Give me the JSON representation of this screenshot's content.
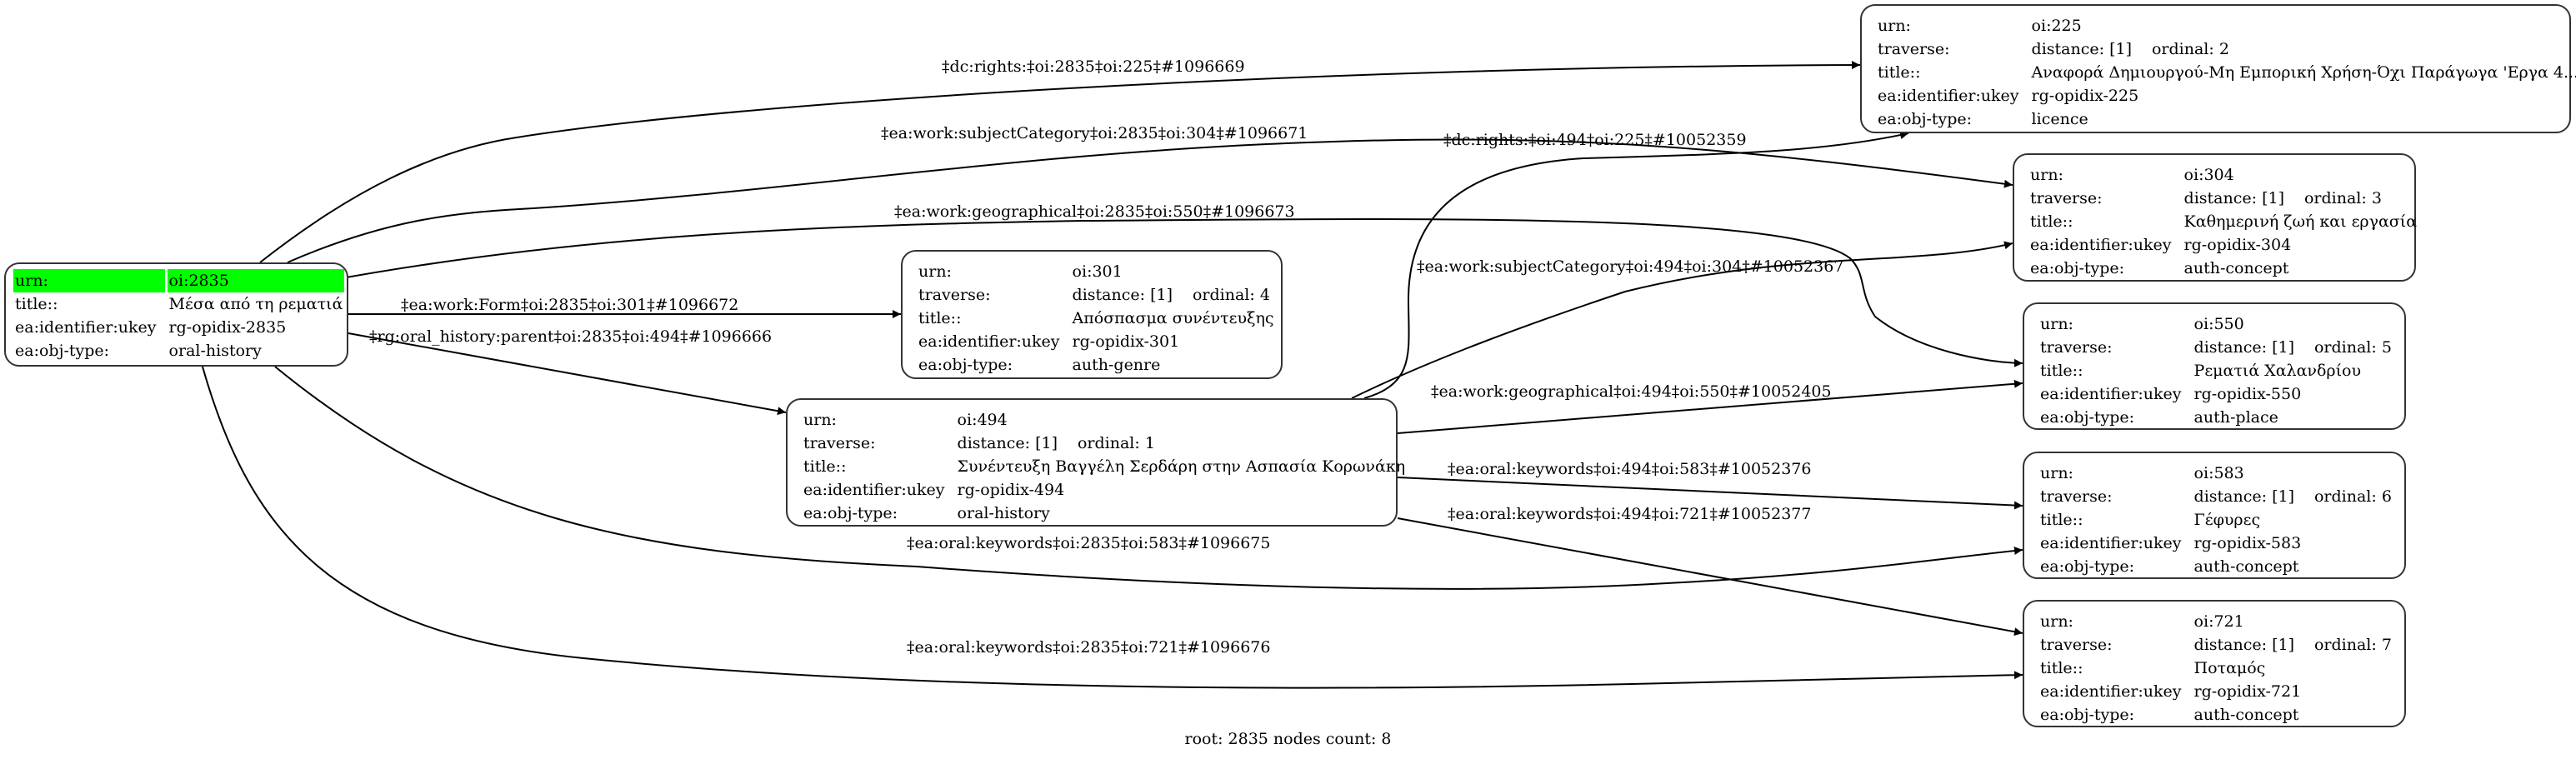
{
  "graph": {
    "root_id": "2835",
    "nodes": [
      {
        "id": "2835",
        "urn": "oi:2835",
        "title": "Μέσα από τη ρεματιά",
        "ukey": "rg-opidix-2835",
        "obj_type": "oral-history",
        "root": true
      },
      {
        "id": "225",
        "urn": "oi:225",
        "distance": "distance: [1]",
        "ordinal": "ordinal: 2",
        "title": "Αναφορά Δημιουργού-Μη Εμπορική Χρήση-Όχι Παράγωγα 'Εργα 4....",
        "ukey": "rg-opidix-225",
        "obj_type": "licence"
      },
      {
        "id": "304",
        "urn": "oi:304",
        "distance": "distance: [1]",
        "ordinal": "ordinal: 3",
        "title": "Καθημερινή ζωή και εργασία",
        "ukey": "rg-opidix-304",
        "obj_type": "auth-concept"
      },
      {
        "id": "301",
        "urn": "oi:301",
        "distance": "distance: [1]",
        "ordinal": "ordinal: 4",
        "title": "Απόσπασμα συνέντευξης",
        "ukey": "rg-opidix-301",
        "obj_type": "auth-genre"
      },
      {
        "id": "494",
        "urn": "oi:494",
        "distance": "distance: [1]",
        "ordinal": "ordinal: 1",
        "title": "Συνέντευξη Βαγγέλη Σερδάρη στην Ασπασία Κορωνάκη",
        "ukey": "rg-opidix-494",
        "obj_type": "oral-history"
      },
      {
        "id": "550",
        "urn": "oi:550",
        "distance": "distance: [1]",
        "ordinal": "ordinal: 5",
        "title": "Ρεματιά Χαλανδρίου",
        "ukey": "rg-opidix-550",
        "obj_type": "auth-place"
      },
      {
        "id": "583",
        "urn": "oi:583",
        "distance": "distance: [1]",
        "ordinal": "ordinal: 6",
        "title": "Γέφυρες",
        "ukey": "rg-opidix-583",
        "obj_type": "auth-concept"
      },
      {
        "id": "721",
        "urn": "oi:721",
        "distance": "distance: [1]",
        "ordinal": "ordinal: 7",
        "title": "Ποταμός",
        "ukey": "rg-opidix-721",
        "obj_type": "auth-concept"
      }
    ],
    "keys": {
      "urn": "urn:",
      "traverse": "traverse:",
      "title": "title::",
      "ukey": "ea:identifier:ukey",
      "obj_type": "ea:obj-type:"
    },
    "edges": [
      {
        "from": "2835",
        "to": "225",
        "label": "‡dc:rights:‡oi:2835‡oi:225‡#1096669"
      },
      {
        "from": "2835",
        "to": "304",
        "label": "‡ea:work:subjectCategory‡oi:2835‡oi:304‡#1096671"
      },
      {
        "from": "2835",
        "to": "550",
        "label": "‡ea:work:geographical‡oi:2835‡oi:550‡#1096673"
      },
      {
        "from": "2835",
        "to": "301",
        "label": "‡ea:work:Form‡oi:2835‡oi:301‡#1096672"
      },
      {
        "from": "2835",
        "to": "494",
        "label": "‡rg:oral_history:parent‡oi:2835‡oi:494‡#1096666"
      },
      {
        "from": "494",
        "to": "225",
        "label": "‡dc:rights:‡oi:494‡oi:225‡#10052359"
      },
      {
        "from": "494",
        "to": "304",
        "label": "‡ea:work:subjectCategory‡oi:494‡oi:304‡#10052367"
      },
      {
        "from": "494",
        "to": "550",
        "label": "‡ea:work:geographical‡oi:494‡oi:550‡#10052405"
      },
      {
        "from": "494",
        "to": "583",
        "label": "‡ea:oral:keywords‡oi:494‡oi:583‡#10052376"
      },
      {
        "from": "494",
        "to": "721",
        "label": "‡ea:oral:keywords‡oi:494‡oi:721‡#10052377"
      },
      {
        "from": "2835",
        "to": "583",
        "label": "‡ea:oral:keywords‡oi:2835‡oi:583‡#1096675"
      },
      {
        "from": "2835",
        "to": "721",
        "label": "‡ea:oral:keywords‡oi:2835‡oi:721‡#1096676"
      }
    ],
    "caption": "root: 2835 nodes count: 8",
    "highlight_color": "#00ff00",
    "edge_color": "#000000"
  }
}
